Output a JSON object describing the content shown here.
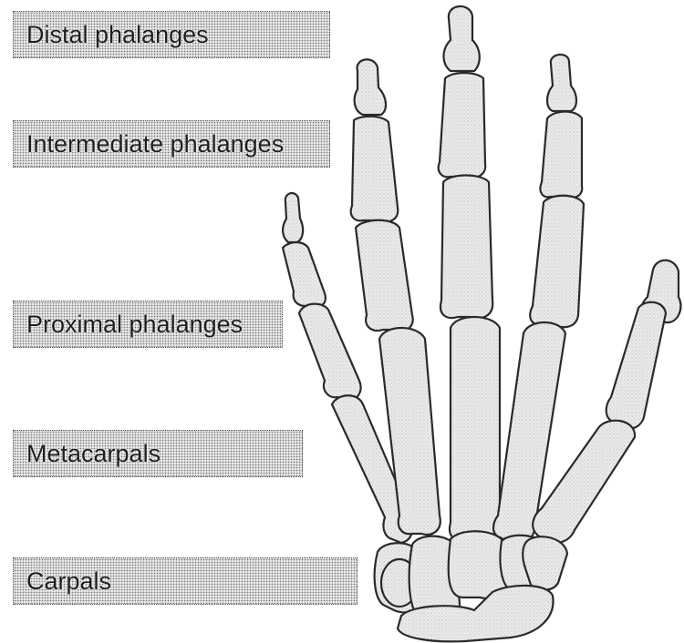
{
  "labels": {
    "distal": "Distal phalanges",
    "intermediate": "Intermediate phalanges",
    "proximal": "Proximal phalanges",
    "metacarpals": "Metacarpals",
    "carpals": "Carpals"
  },
  "colors": {
    "bone_fill": "#e8e8e8",
    "bone_outline": "#2a2a2a",
    "label_background": "#d9d9d9"
  }
}
